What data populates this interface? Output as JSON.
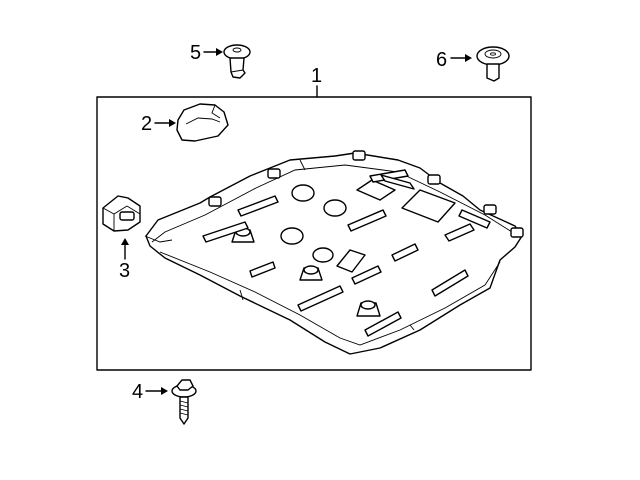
{
  "callouts": {
    "c1": "1",
    "c2": "2",
    "c3": "3",
    "c4": "4",
    "c5": "5",
    "c6": "6"
  },
  "colors": {
    "line": "#000000",
    "background": "#ffffff"
  },
  "parts": [
    {
      "callout": "1",
      "icon": "splash-shield-icon"
    },
    {
      "callout": "2",
      "icon": "bracket-icon"
    },
    {
      "callout": "3",
      "icon": "clip-icon"
    },
    {
      "callout": "4",
      "icon": "screw-icon"
    },
    {
      "callout": "5",
      "icon": "rivet-icon"
    },
    {
      "callout": "6",
      "icon": "push-retainer-icon"
    }
  ]
}
